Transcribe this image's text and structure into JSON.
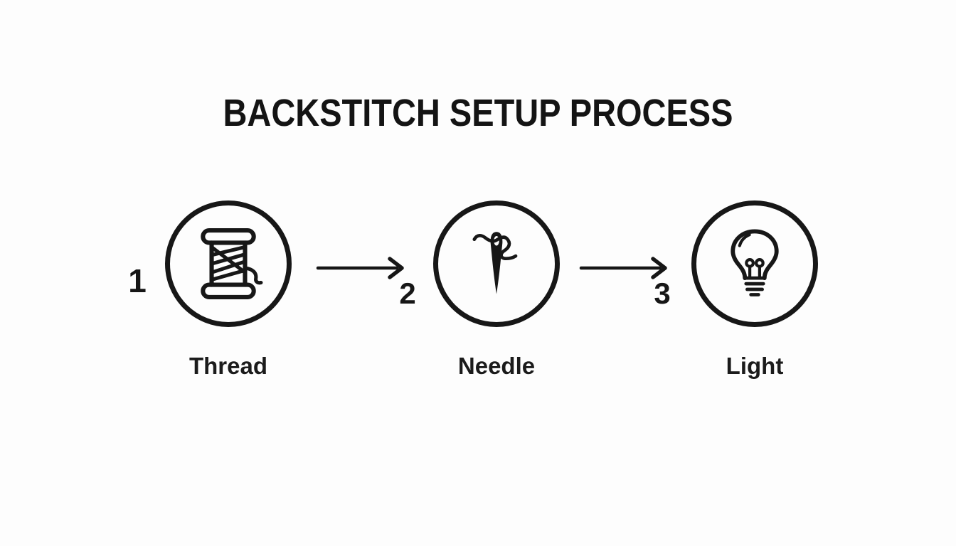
{
  "title": "BACKSTITCH SETUP PROCESS",
  "colors": {
    "ink": "#171717",
    "background": "#fdfdfd"
  },
  "steps": [
    {
      "number": "1",
      "label": "Thread",
      "icon": "thread-spool-icon"
    },
    {
      "number": "2",
      "label": "Needle",
      "icon": "needle-icon"
    },
    {
      "number": "3",
      "label": "Light",
      "icon": "lightbulb-icon"
    }
  ],
  "connectors": [
    {
      "from": "Thread",
      "to": "Needle",
      "type": "arrow-right"
    },
    {
      "from": "Needle",
      "to": "Light",
      "type": "arrow-right"
    }
  ]
}
